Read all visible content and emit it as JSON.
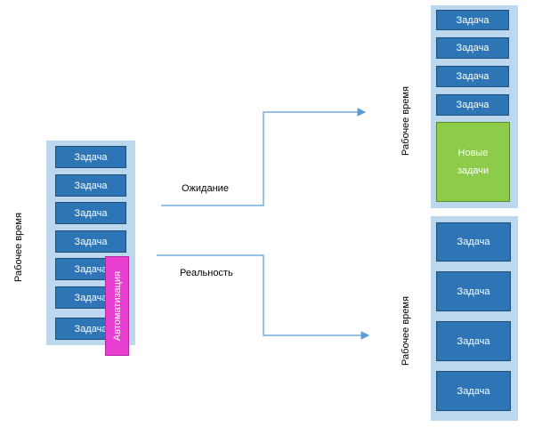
{
  "task_label": "Задача",
  "working_time_label": "Рабочее время",
  "automation_label": "Автоматизация",
  "expectation_label": "Ожидание",
  "reality_label": "Реальность",
  "new_tasks_label": "Новые\nзадачи",
  "colors": {
    "panel": "#bdd7ee",
    "task": "#2e75b6",
    "new_tasks": "#8dcc4a",
    "automation": "#e83fd1",
    "arrow": "#5b9bd5"
  }
}
